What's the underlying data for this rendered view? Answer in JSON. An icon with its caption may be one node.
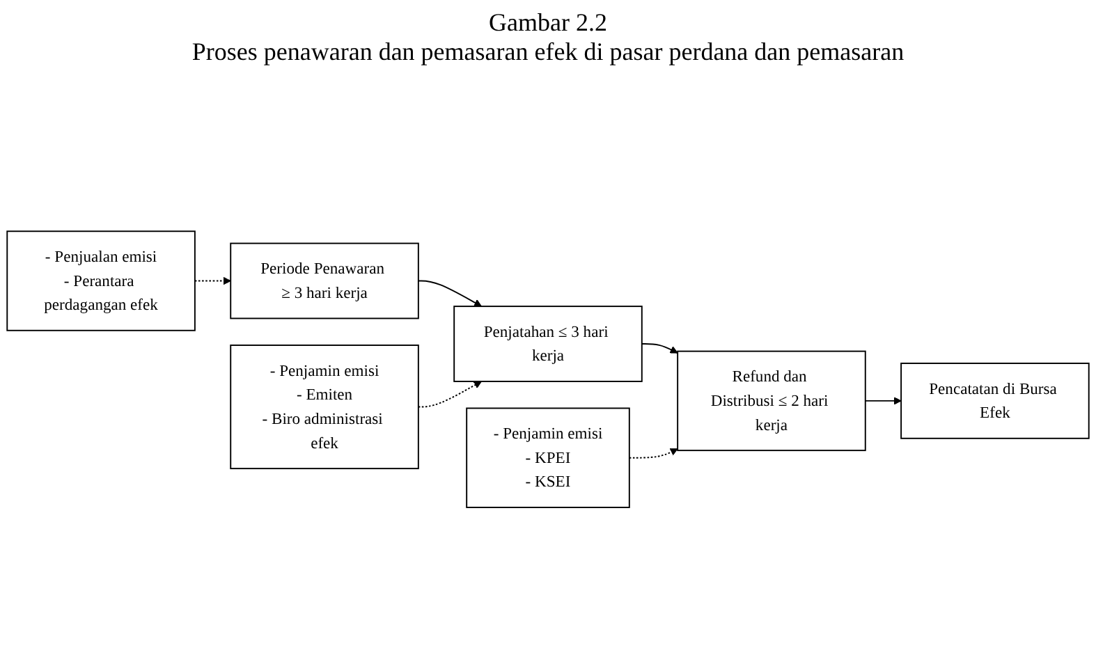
{
  "diagram": {
    "title": "Gambar 2.2",
    "caption": "Proses penawaran dan pemasaran efek di pasar perdana dan pemasaran",
    "nodes": [
      {
        "text": [
          "Periode Penawaran ≥ 3 hari kerja"
        ]
      },
      {
        "text": [
          "Penjatahan ≤ 3 hari kerja"
        ]
      },
      {
        "text": [
          "Refund dan Distribusi ≤ 2 hari kerja"
        ]
      },
      {
        "text": [
          "Pencatatan di Bursa Efek"
        ]
      },
      {
        "text": [
          "- Penjualan emisi",
          "- Perantara perdagangan efek"
        ]
      },
      {
        "text": [
          "- Penjamin emisi",
          "- Emiten",
          "- Biro administrasi efek"
        ]
      },
      {
        "text": [
          "- Penjamin emisi",
          "- KPEI",
          "- KSEI"
        ]
      }
    ],
    "edges": [
      {
        "from": 0,
        "to": 1,
        "arrow": "to"
      },
      {
        "from": 1,
        "to": 2,
        "arrow": "to"
      },
      {
        "from": 2,
        "to": 3,
        "arrow": "to"
      },
      {
        "from": 4,
        "to": 0,
        "arrow": "to",
        "style": "dashed"
      },
      {
        "from": 5,
        "to": 1,
        "arrow": "to",
        "style": "dashed"
      },
      {
        "from": 6,
        "to": 2,
        "arrow": "to",
        "style": "dashed"
      }
    ]
  }
}
